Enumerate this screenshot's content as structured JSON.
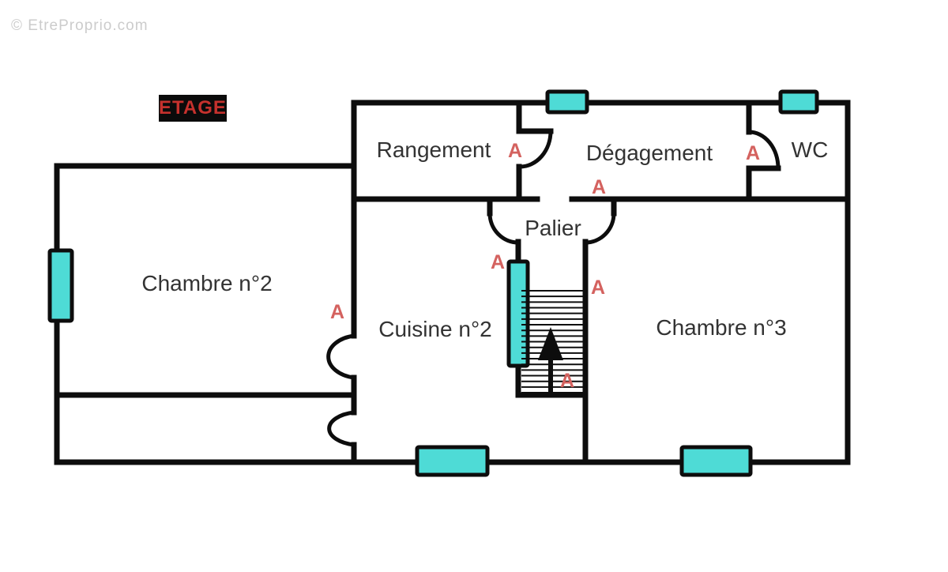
{
  "watermark": {
    "text": "© EtreProprio.com"
  },
  "floor_label": {
    "text": "ETAGE"
  },
  "rooms": {
    "rangement": {
      "name": "Rangement"
    },
    "degagement": {
      "name": "Dégagement"
    },
    "wc": {
      "name": "WC"
    },
    "palier": {
      "name": "Palier"
    },
    "chambre2": {
      "name": "Chambre n°2"
    },
    "cuisine2": {
      "name": "Cuisine n°2"
    },
    "chambre3": {
      "name": "Chambre n°3"
    }
  },
  "door_marker": {
    "symbol": "A",
    "count": 7
  },
  "stairs": {
    "direction": "up",
    "arrow_icon": "stairs-up-arrow"
  },
  "windows": {
    "count": 6,
    "color": "#4edbd6"
  },
  "colors": {
    "wall": "#0d0d0d",
    "window_fill": "#4edbd6",
    "door_marker": "#d4625f",
    "room_text": "#333333",
    "floor_label_bg": "#0b0b0b",
    "floor_label_text": "#c5312d",
    "watermark": "#cccccc"
  }
}
